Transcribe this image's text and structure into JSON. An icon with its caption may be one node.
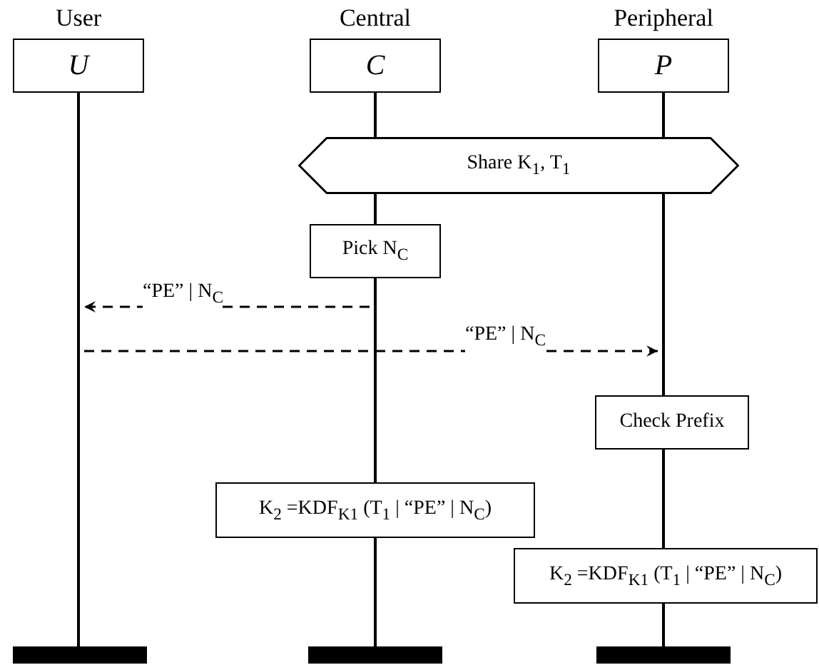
{
  "diagram": {
    "nodes": [
      {
        "text": [
          "User",
          "U"
        ]
      },
      {
        "text": [
          "Central",
          "C"
        ]
      },
      {
        "text": [
          "Peripheral",
          "P"
        ]
      },
      {
        "text": [
          "Share K$_{1}$, T$_{1}$"
        ]
      },
      {
        "text": [
          "Pick N$_{C}$"
        ]
      },
      {
        "text": [
          "Check Prefix"
        ]
      },
      {
        "text": [
          "K$_{2}$ =KDF$_{K1}$ (T$_{1}$ | “PE” | N$_{C}$)"
        ]
      },
      {
        "text": [
          "K$_{2}$ =KDF$_{K1}$ (T$_{1}$ | “PE” | N$_{C}$)"
        ]
      },
      {
        "text": [],
        "shape": "bar"
      },
      {
        "text": [],
        "shape": "bar"
      },
      {
        "text": [],
        "shape": "bar"
      },
      {
        "text": [],
        "shape": "line"
      },
      {
        "text": [],
        "shape": "line"
      },
      {
        "text": [],
        "shape": "line"
      },
      {
        "text": [],
        "shape": "line"
      },
      {
        "text": [],
        "shape": "line"
      },
      {
        "text": [],
        "shape": "line"
      },
      {
        "text": [],
        "shape": "line"
      },
      {
        "text": [],
        "shape": "line"
      },
      {
        "text": [],
        "shape": "line"
      }
    ],
    "edges": [
      {
        "from": 14,
        "to": 11,
        "arrow": "to",
        "style": "dashed",
        "label": "“PE” | N$_{C}$"
      },
      {
        "from": 11,
        "to": 17,
        "arrow": "to",
        "style": "dashed",
        "label": "“PE” | N$_{C}$"
      }
    ]
  }
}
